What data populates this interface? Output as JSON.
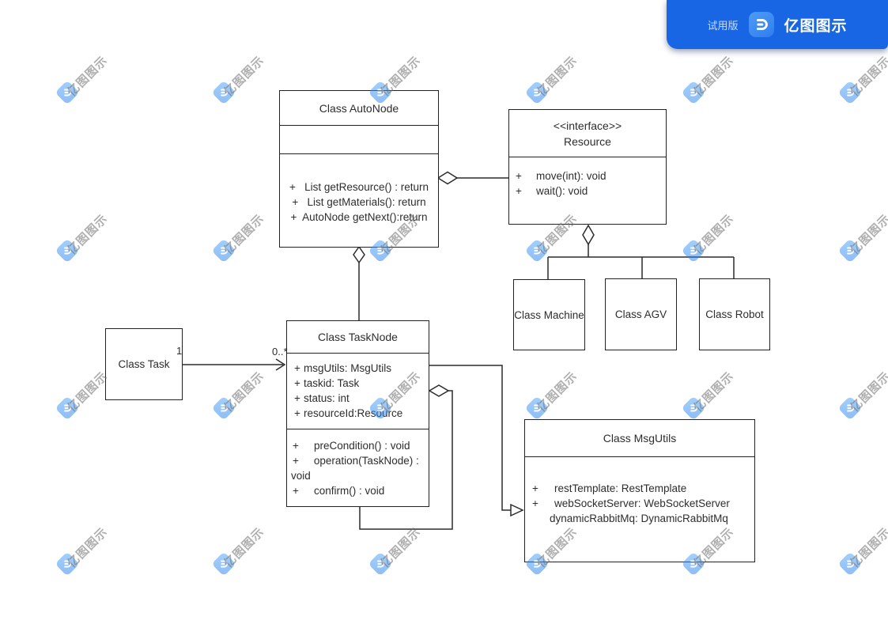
{
  "app": {
    "trial_label": "试用版",
    "brand_name": "亿图图示",
    "banner_color": "#1866e3",
    "logo_color": "#3f8df2"
  },
  "watermark": {
    "text": "亿图图示",
    "logo_color_top": "#4aa3f8",
    "logo_color_bottom": "#1f7bee",
    "columns_x": [
      85,
      283,
      481,
      679,
      877,
      1075
    ],
    "rows_y": [
      117,
      317,
      516,
      713
    ]
  },
  "diagram": {
    "autonode": {
      "title": "Class AutoNode",
      "methods": [
        "+   List getResource() : return",
        "+   List getMaterials(): return",
        "+  AutoNode getNext():return"
      ]
    },
    "resource": {
      "stereotype": "<<interface>>",
      "title": "Resource",
      "methods": [
        {
          "prefix": "+",
          "text": "move(int): void"
        },
        {
          "prefix": "+",
          "text": "wait(): void"
        }
      ]
    },
    "machine": {
      "title": "Class Machine"
    },
    "agv": {
      "title": "Class AGV"
    },
    "robot": {
      "title": "Class Robot"
    },
    "task": {
      "title": "Class Task"
    },
    "tasknode": {
      "title": "Class TaskNode",
      "attributes": [
        {
          "prefix": "+",
          "text": "msgUtils: MsgUtils"
        },
        {
          "prefix": "+",
          "text": "taskid: Task"
        },
        {
          "prefix": "+",
          "text": "status: int"
        },
        {
          "prefix": "+",
          "text": "resourceId:Resource"
        }
      ],
      "methods": [
        {
          "prefix": "+",
          "text": "preCondition() : void"
        },
        {
          "prefix": "+",
          "text": "operation(TaskNode) : void"
        },
        {
          "prefix": "+",
          "text": "confirm() : void"
        }
      ]
    },
    "msgutils": {
      "title": "Class MsgUtils",
      "attributes": [
        {
          "prefix": "+",
          "text": "restTemplate: RestTemplate"
        },
        {
          "prefix": "+",
          "text": "webSocketServer: WebSocketServer"
        },
        {
          "prefix": "",
          "text": "dynamicRabbitMq: DynamicRabbitMq"
        }
      ]
    },
    "labels": {
      "task_multiplicity": "1",
      "tasknode_multiplicity": "0..*"
    }
  }
}
